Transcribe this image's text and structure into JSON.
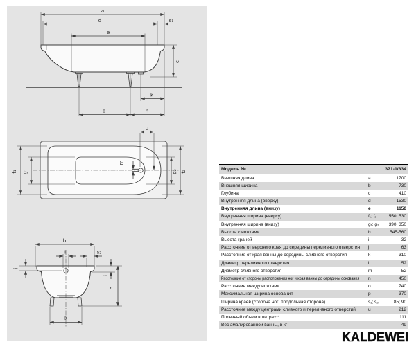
{
  "table": {
    "header": {
      "label": "Модель №",
      "value": "371-1/334"
    },
    "rows": [
      {
        "label": "Внешняя длина",
        "letter": "a",
        "value": "1700"
      },
      {
        "label": "Внешняя ширина",
        "letter": "b",
        "value": "730"
      },
      {
        "label": "Глубина",
        "letter": "c",
        "value": "410"
      },
      {
        "label": "Внутренняя длина (вверху)",
        "letter": "d",
        "value": "1530"
      },
      {
        "label": "Внутренняя длина (внизу)",
        "letter": "e",
        "value": "1150"
      },
      {
        "label": "Внутренняя ширина (вверху)",
        "letter": "f₁; f₂",
        "value": "550; 530"
      },
      {
        "label": "Внутренняя ширина (внизу)",
        "letter": "g₁; g₂",
        "value": "390; 350"
      },
      {
        "label": "Высота с ножками",
        "letter": "h",
        "value": "545-560"
      },
      {
        "label": "Высота граней",
        "letter": "i",
        "value": "32"
      },
      {
        "label": "Расстояние от верхнего края до середины переливного отверстия",
        "letter": "j",
        "value": "63"
      },
      {
        "label": "Расстояние от края ванны до середины сливного отверстия",
        "letter": "k",
        "value": "310"
      },
      {
        "label": "Диаметр переливного отверстия",
        "letter": "l",
        "value": "52"
      },
      {
        "label": "Диаметр сливного отверстия",
        "letter": "m",
        "value": "52"
      },
      {
        "label": "Расстояние от стороны расположения ног и края ванны до середины основания",
        "letter": "n",
        "value": "450"
      },
      {
        "label": "Расстояние между ножками",
        "letter": "o",
        "value": "740"
      },
      {
        "label": "Максимальная ширина основания",
        "letter": "p",
        "value": "370"
      },
      {
        "label": "Ширина краев (сторона ног; продольная сторона)",
        "letter": "s₁; s₂",
        "value": "85; 90"
      },
      {
        "label": "Расстояние между центрами сливного и переливного отверстий",
        "letter": "u",
        "value": "212"
      },
      {
        "label": "Полезный объем в литрах**",
        "letter": "",
        "value": "111"
      },
      {
        "label": "Вес эмалированной ванны, в кг",
        "letter": "",
        "value": "49"
      }
    ]
  },
  "diagrams": {
    "side": {
      "a": "a",
      "d": "d",
      "e": "e",
      "s1": "s₁",
      "c": "c",
      "k": "k",
      "o": "o",
      "n": "n"
    },
    "plan": {
      "u": "u",
      "m": "m",
      "f1": "f₁",
      "g1": "g₁",
      "g2": "g₂",
      "f2": "f₂"
    },
    "end": {
      "b": "b",
      "l": "l",
      "s2": "s₂",
      "j": "j",
      "i": "i",
      "h": "h",
      "p": "p"
    }
  },
  "brand": {
    "logo": "KALDEWEI"
  },
  "colors": {
    "panel": "#e4e4e4",
    "row_shaded": "#d8d8d8",
    "line": "#3f3f3f",
    "rule": "#000000"
  }
}
